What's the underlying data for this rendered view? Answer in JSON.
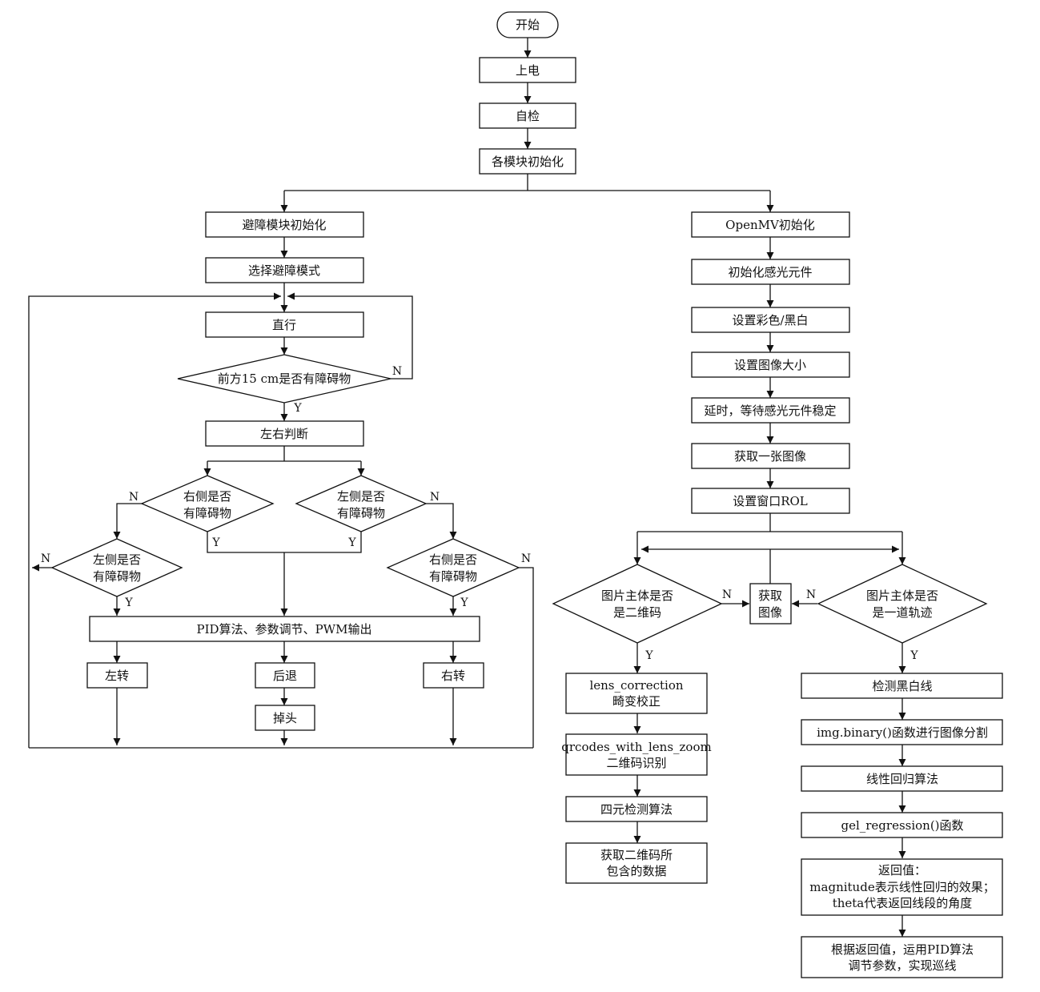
{
  "nodes": {
    "start": "开始",
    "power_on": "上电",
    "self_check": "自检",
    "init_modules": "各模块初始化",
    "obs_init": "避障模块初始化",
    "select_mode": "选择避障模式",
    "forward": "直行",
    "front_check": "前方15 cm是否有障碍物",
    "lr_judge": "左右判断",
    "right_obs": [
      "右侧是否",
      "有障碍物"
    ],
    "left_obs": [
      "左侧是否",
      "有障碍物"
    ],
    "left_obs2": [
      "左侧是否",
      "有障碍物"
    ],
    "right_obs2": [
      "右侧是否",
      "有障碍物"
    ],
    "pid_pwm": "PID算法、参数调节、PWM输出",
    "turn_left": "左转",
    "back": "后退",
    "turn_right": "右转",
    "turn_around": "掉头",
    "openmv_init": "OpenMV初始化",
    "init_sensor": "初始化感光元件",
    "set_color": "设置彩色/黑白",
    "set_size": "设置图像大小",
    "delay": "延时，等待感光元件稳定",
    "snapshot": "获取一张图像",
    "set_roi": "设置窗口ROL",
    "is_qr": [
      "图片主体是否",
      "是二维码"
    ],
    "get_image": [
      "获取",
      "图像"
    ],
    "is_track": [
      "图片主体是否",
      "是一道轨迹"
    ],
    "lens_corr": [
      "lens_correction",
      "畸变校正"
    ],
    "qr_zoom": [
      "qrcodes_with_lens_zoom",
      "二维码识别"
    ],
    "quad_detect": "四元检测算法",
    "qr_data": [
      "获取二维码所",
      "包含的数据"
    ],
    "detect_bw": "检测黑白线",
    "binary": "img.binary()函数进行图像分割",
    "lin_reg": "线性回归算法",
    "gel_reg": "gel_regression()函数",
    "return_val": [
      "返回值：",
      "magnitude表示线性回归的效果；",
      "theta代表返回线段的角度"
    ],
    "pid_track": [
      "根据返回值，运用PID算法",
      "调节参数，实现巡线"
    ]
  },
  "edge_labels": {
    "yes": "Y",
    "no": "N"
  },
  "colors": {
    "line": "#111111",
    "fill": "#ffffff",
    "text": "#111111"
  }
}
